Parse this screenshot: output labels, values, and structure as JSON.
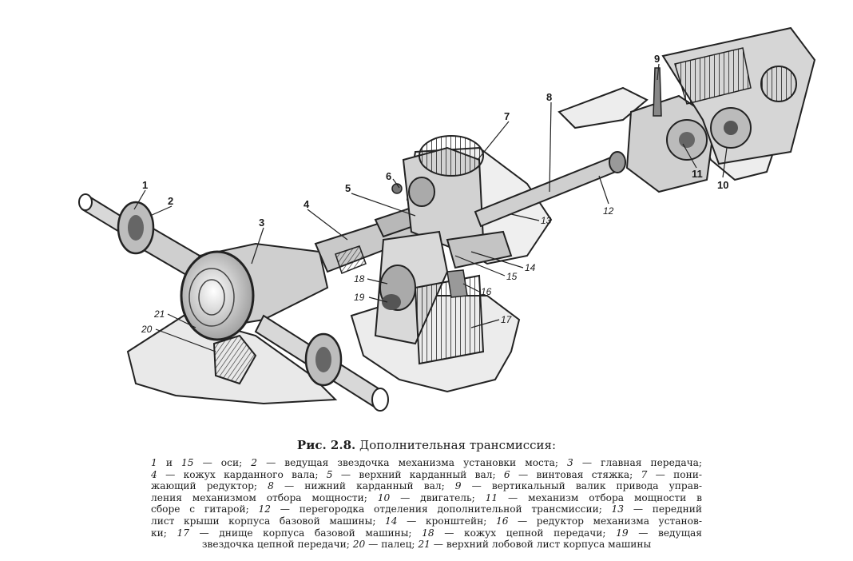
{
  "figure": {
    "number": "Рис. 2.8.",
    "title": "Дополнительная трансмиссия:",
    "labels": [
      "1",
      "2",
      "3",
      "4",
      "5",
      "6",
      "7",
      "8",
      "9",
      "10",
      "11",
      "12",
      "13",
      "14",
      "15",
      "16",
      "17",
      "18",
      "19",
      "20",
      "21"
    ],
    "legend_lines": [
      [
        [
          "1",
          "i"
        ],
        [
          " и ",
          ""
        ],
        [
          "15",
          "i"
        ],
        [
          " — оси; ",
          ""
        ],
        [
          "2",
          "i"
        ],
        [
          " — ведущая звездочка механизма установки моста; ",
          ""
        ],
        [
          "3",
          "i"
        ],
        [
          " — главная передача;",
          ""
        ]
      ],
      [
        [
          "4",
          "i"
        ],
        [
          " — кожух карданного вала; ",
          ""
        ],
        [
          "5",
          "i"
        ],
        [
          " — верхний карданный вал; ",
          ""
        ],
        [
          "6",
          "i"
        ],
        [
          " — винтовая стяжка; ",
          ""
        ],
        [
          "7",
          "i"
        ],
        [
          " — пони-",
          ""
        ]
      ],
      [
        [
          "жающий редуктор; ",
          ""
        ],
        [
          "8",
          "i"
        ],
        [
          " — нижний карданный вал; ",
          ""
        ],
        [
          "9",
          "i"
        ],
        [
          " — вертикальный валик привода управ-",
          ""
        ]
      ],
      [
        [
          "ления механизмом отбора мощности; ",
          ""
        ],
        [
          "10",
          "i"
        ],
        [
          " — двигатель; ",
          ""
        ],
        [
          "11",
          "i"
        ],
        [
          " — механизм отбора мощности в",
          ""
        ]
      ],
      [
        [
          "сборе с гитарой; ",
          ""
        ],
        [
          "12",
          "i"
        ],
        [
          " — перегородка отделения дополнительной трансмиссии; ",
          ""
        ],
        [
          "13",
          "i"
        ],
        [
          " — передний",
          ""
        ]
      ],
      [
        [
          "лист крыши корпуса базовой машины; ",
          ""
        ],
        [
          "14",
          "i"
        ],
        [
          " — кронштейн; ",
          ""
        ],
        [
          "16",
          "i"
        ],
        [
          " — редуктор механизма установ-",
          ""
        ]
      ],
      [
        [
          "ки; ",
          ""
        ],
        [
          "17",
          "i"
        ],
        [
          " — днище корпуса базовой машины; ",
          ""
        ],
        [
          "18",
          "i"
        ],
        [
          " — кожух цепной передачи; ",
          ""
        ],
        [
          "19",
          "i"
        ],
        [
          " — ведущая",
          ""
        ]
      ],
      [
        [
          "звездочка цепной передачи; ",
          ""
        ],
        [
          "20",
          "i"
        ],
        [
          " — палец; ",
          ""
        ],
        [
          "21",
          "i"
        ],
        [
          " — верхний лобовой лист корпуса машины",
          ""
        ]
      ]
    ]
  }
}
